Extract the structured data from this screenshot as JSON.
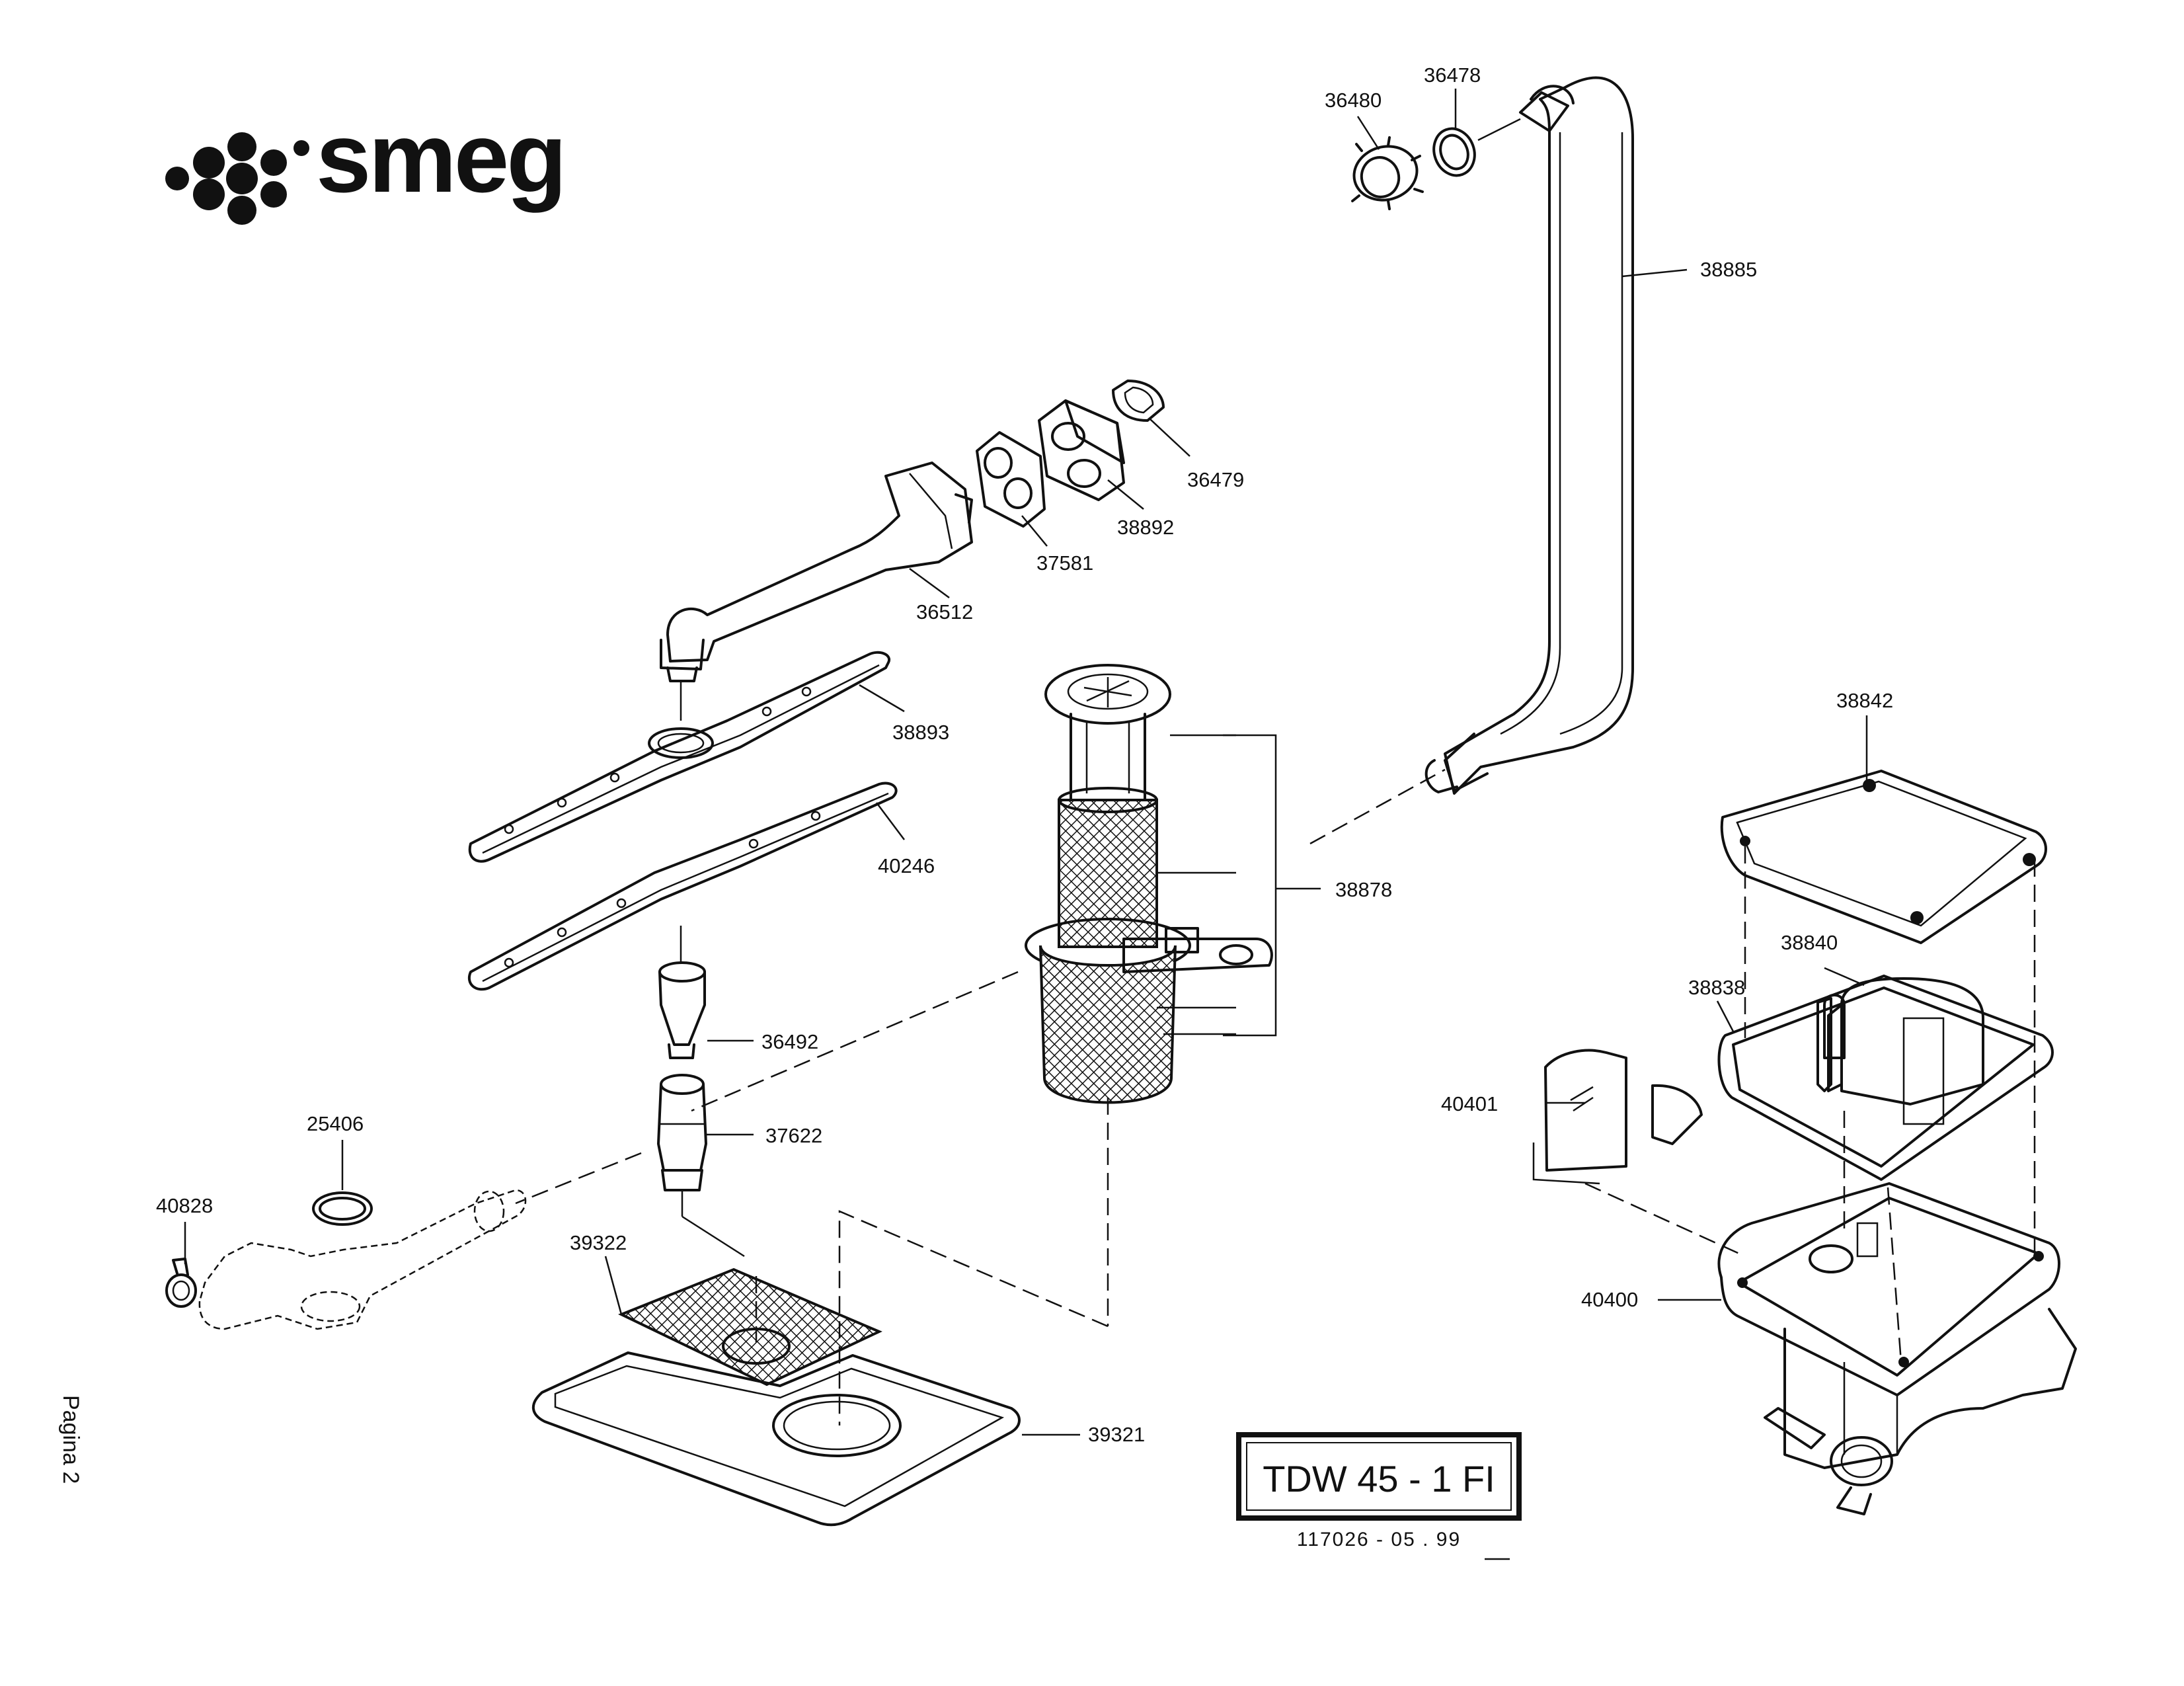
{
  "brand": {
    "logo_text": "smeg"
  },
  "page_label": "Pagina 2",
  "model_box": {
    "model": "TDW 45 - 1 FI",
    "doc_number": "117026  -  05 . 99"
  },
  "parts": {
    "p36480": "36480",
    "p36478": "36478",
    "p38885": "38885",
    "p36479": "36479",
    "p38892": "38892",
    "p37581": "37581",
    "p36512": "36512",
    "p38893": "38893",
    "p40246": "40246",
    "p38878": "38878",
    "p38842": "38842",
    "p38840": "38840",
    "p38838": "38838",
    "p40401": "40401",
    "p36492": "36492",
    "p37622": "37622",
    "p25406": "25406",
    "p40828": "40828",
    "p39322": "39322",
    "p39321": "39321",
    "p40400": "40400"
  }
}
